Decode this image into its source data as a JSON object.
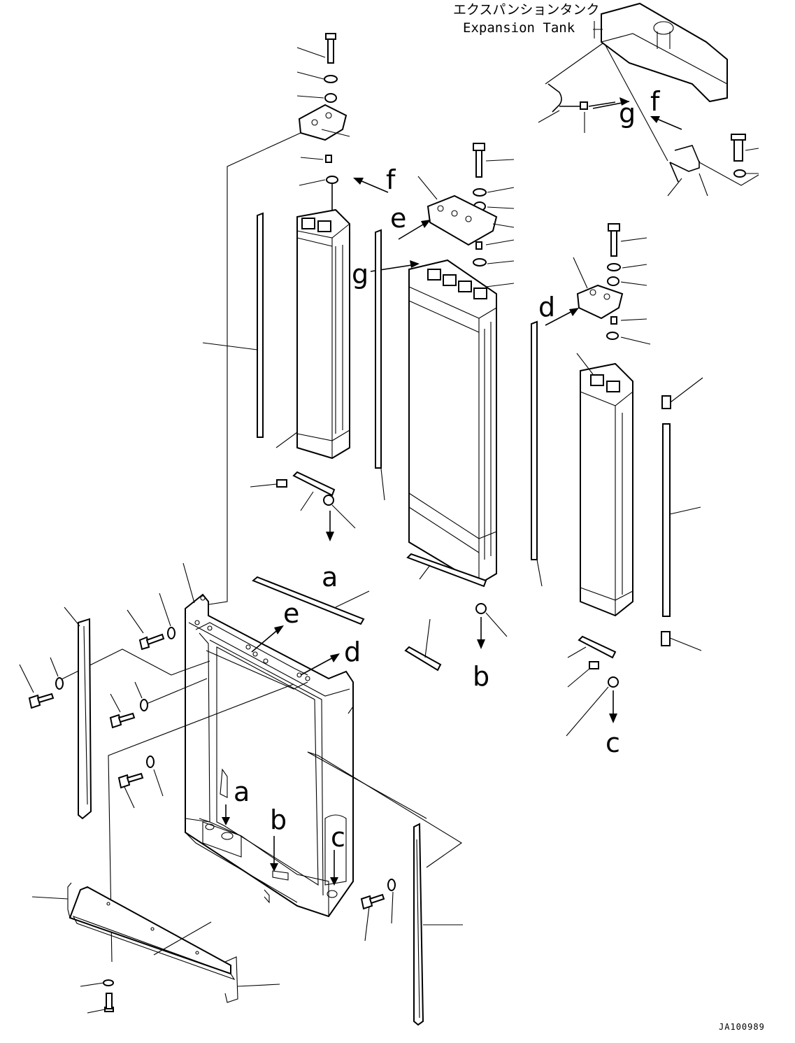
{
  "diagram": {
    "caption_jp": "エクスパンションタンク",
    "caption_en": "Expansion Tank",
    "drawing_code": "JA100989",
    "reference_letters": {
      "a": "a",
      "b": "b",
      "c": "c",
      "d": "d",
      "e": "e",
      "f": "f",
      "g": "g"
    }
  }
}
